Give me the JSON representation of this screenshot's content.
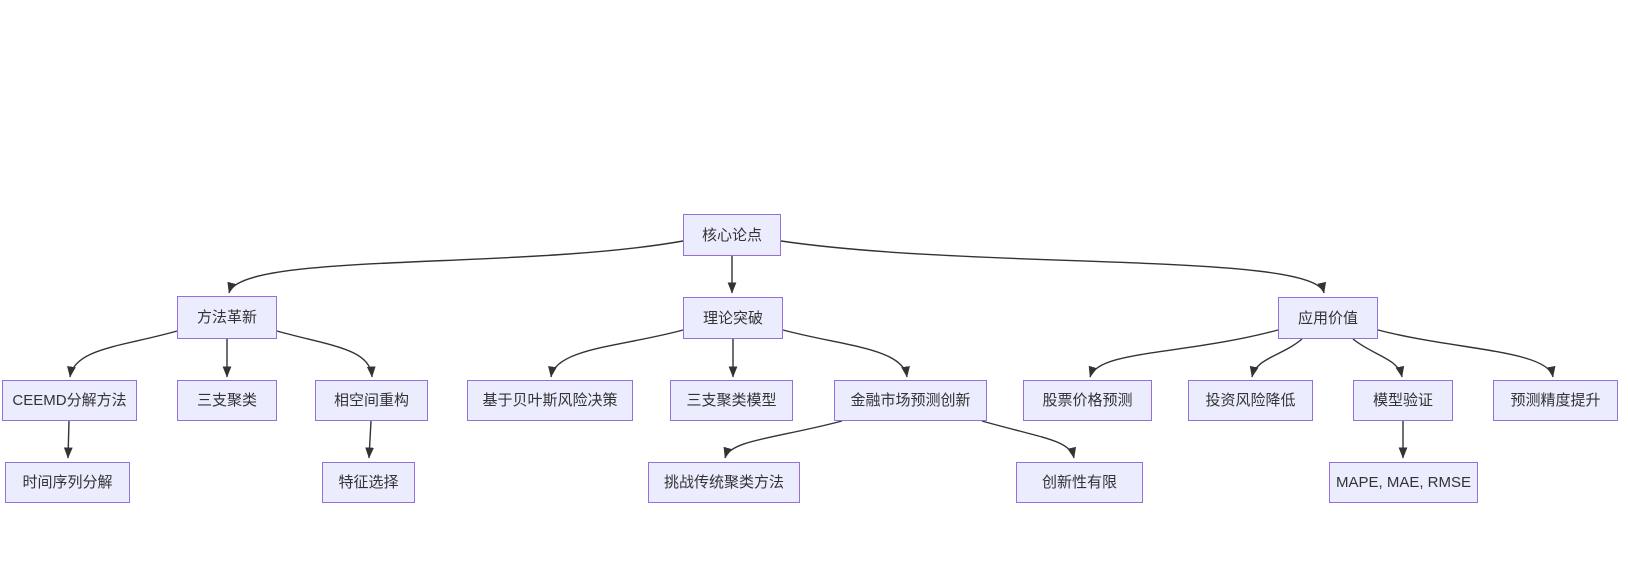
{
  "diagram": {
    "type": "flowchart-tree",
    "direction": "top-down",
    "colors": {
      "node_fill": "#ECECFF",
      "node_border": "#9370DB",
      "edge": "#333333",
      "text": "#333333",
      "background": "#FFFFFF"
    },
    "nodes": [
      {
        "id": "core",
        "label": "核心论点"
      },
      {
        "id": "method",
        "label": "方法革新"
      },
      {
        "id": "theory",
        "label": "理论突破"
      },
      {
        "id": "application",
        "label": "应用价值"
      },
      {
        "id": "ceemd",
        "label": "CEEMD分解方法"
      },
      {
        "id": "three_way_clustering",
        "label": "三支聚类"
      },
      {
        "id": "phase_space",
        "label": "相空间重构"
      },
      {
        "id": "bayes_risk",
        "label": "基于贝叶斯风险决策"
      },
      {
        "id": "three_way_model",
        "label": "三支聚类模型"
      },
      {
        "id": "fin_market_innov",
        "label": "金融市场预测创新"
      },
      {
        "id": "stock_prediction",
        "label": "股票价格预测"
      },
      {
        "id": "investment_risk",
        "label": "投资风险降低"
      },
      {
        "id": "model_validation",
        "label": "模型验证"
      },
      {
        "id": "prediction_accuracy",
        "label": "预测精度提升"
      },
      {
        "id": "time_series_decomp",
        "label": "时间序列分解"
      },
      {
        "id": "feature_selection",
        "label": "特征选择"
      },
      {
        "id": "challenge_clustering",
        "label": "挑战传统聚类方法"
      },
      {
        "id": "limited_innovation",
        "label": "创新性有限"
      },
      {
        "id": "metrics",
        "label": "MAPE, MAE, RMSE"
      }
    ],
    "edges": [
      {
        "from": "core",
        "to": "method"
      },
      {
        "from": "core",
        "to": "theory"
      },
      {
        "from": "core",
        "to": "application"
      },
      {
        "from": "method",
        "to": "ceemd"
      },
      {
        "from": "method",
        "to": "three_way_clustering"
      },
      {
        "from": "method",
        "to": "phase_space"
      },
      {
        "from": "theory",
        "to": "bayes_risk"
      },
      {
        "from": "theory",
        "to": "three_way_model"
      },
      {
        "from": "theory",
        "to": "fin_market_innov"
      },
      {
        "from": "application",
        "to": "stock_prediction"
      },
      {
        "from": "application",
        "to": "investment_risk"
      },
      {
        "from": "application",
        "to": "model_validation"
      },
      {
        "from": "application",
        "to": "prediction_accuracy"
      },
      {
        "from": "ceemd",
        "to": "time_series_decomp"
      },
      {
        "from": "phase_space",
        "to": "feature_selection"
      },
      {
        "from": "fin_market_innov",
        "to": "challenge_clustering"
      },
      {
        "from": "fin_market_innov",
        "to": "limited_innovation"
      },
      {
        "from": "model_validation",
        "to": "metrics"
      }
    ]
  }
}
